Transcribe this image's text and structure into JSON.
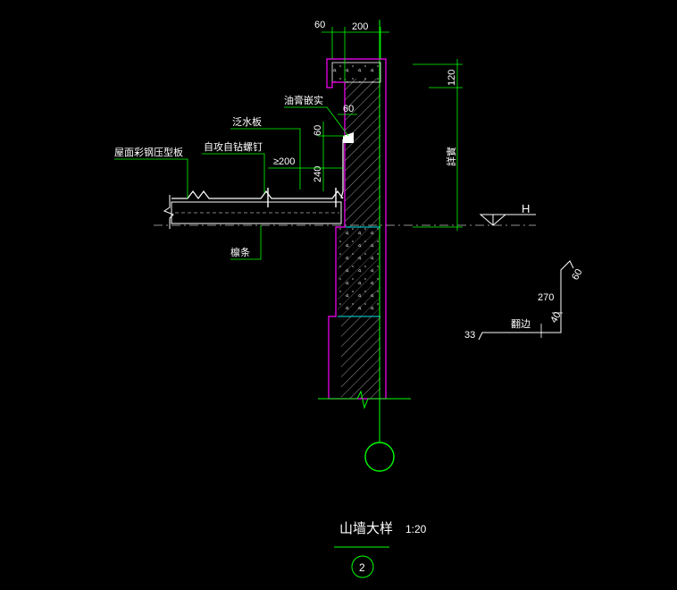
{
  "title": {
    "name": "山墙大样",
    "scale": "1:20",
    "number": "2"
  },
  "dimensions": {
    "top_offset": "60",
    "wall_width": "200",
    "cap_height": "120",
    "gap_60_horizontal": "60",
    "gap_60_vertical": "60",
    "flashing_height": "240",
    "lap_length": "≥200",
    "parapet_height": "詳實"
  },
  "callouts": {
    "sealant": "油膏嵌实",
    "flashing": "泛水板",
    "screw": "自攻自钻螺钉",
    "roof_panel": "屋面彩钢压型板",
    "purlin": "檩条"
  },
  "level_mark": "H",
  "detail": {
    "dim_270": "270",
    "dim_33": "33",
    "dim_small_a": "40",
    "dim_small_b": "60",
    "note": "翻边"
  },
  "colors": {
    "wall_outline": "#ff00ff",
    "hatch": "#ffffff",
    "leader": "#00ff00",
    "cyan": "#00e5e5",
    "text": "#ffffff"
  }
}
